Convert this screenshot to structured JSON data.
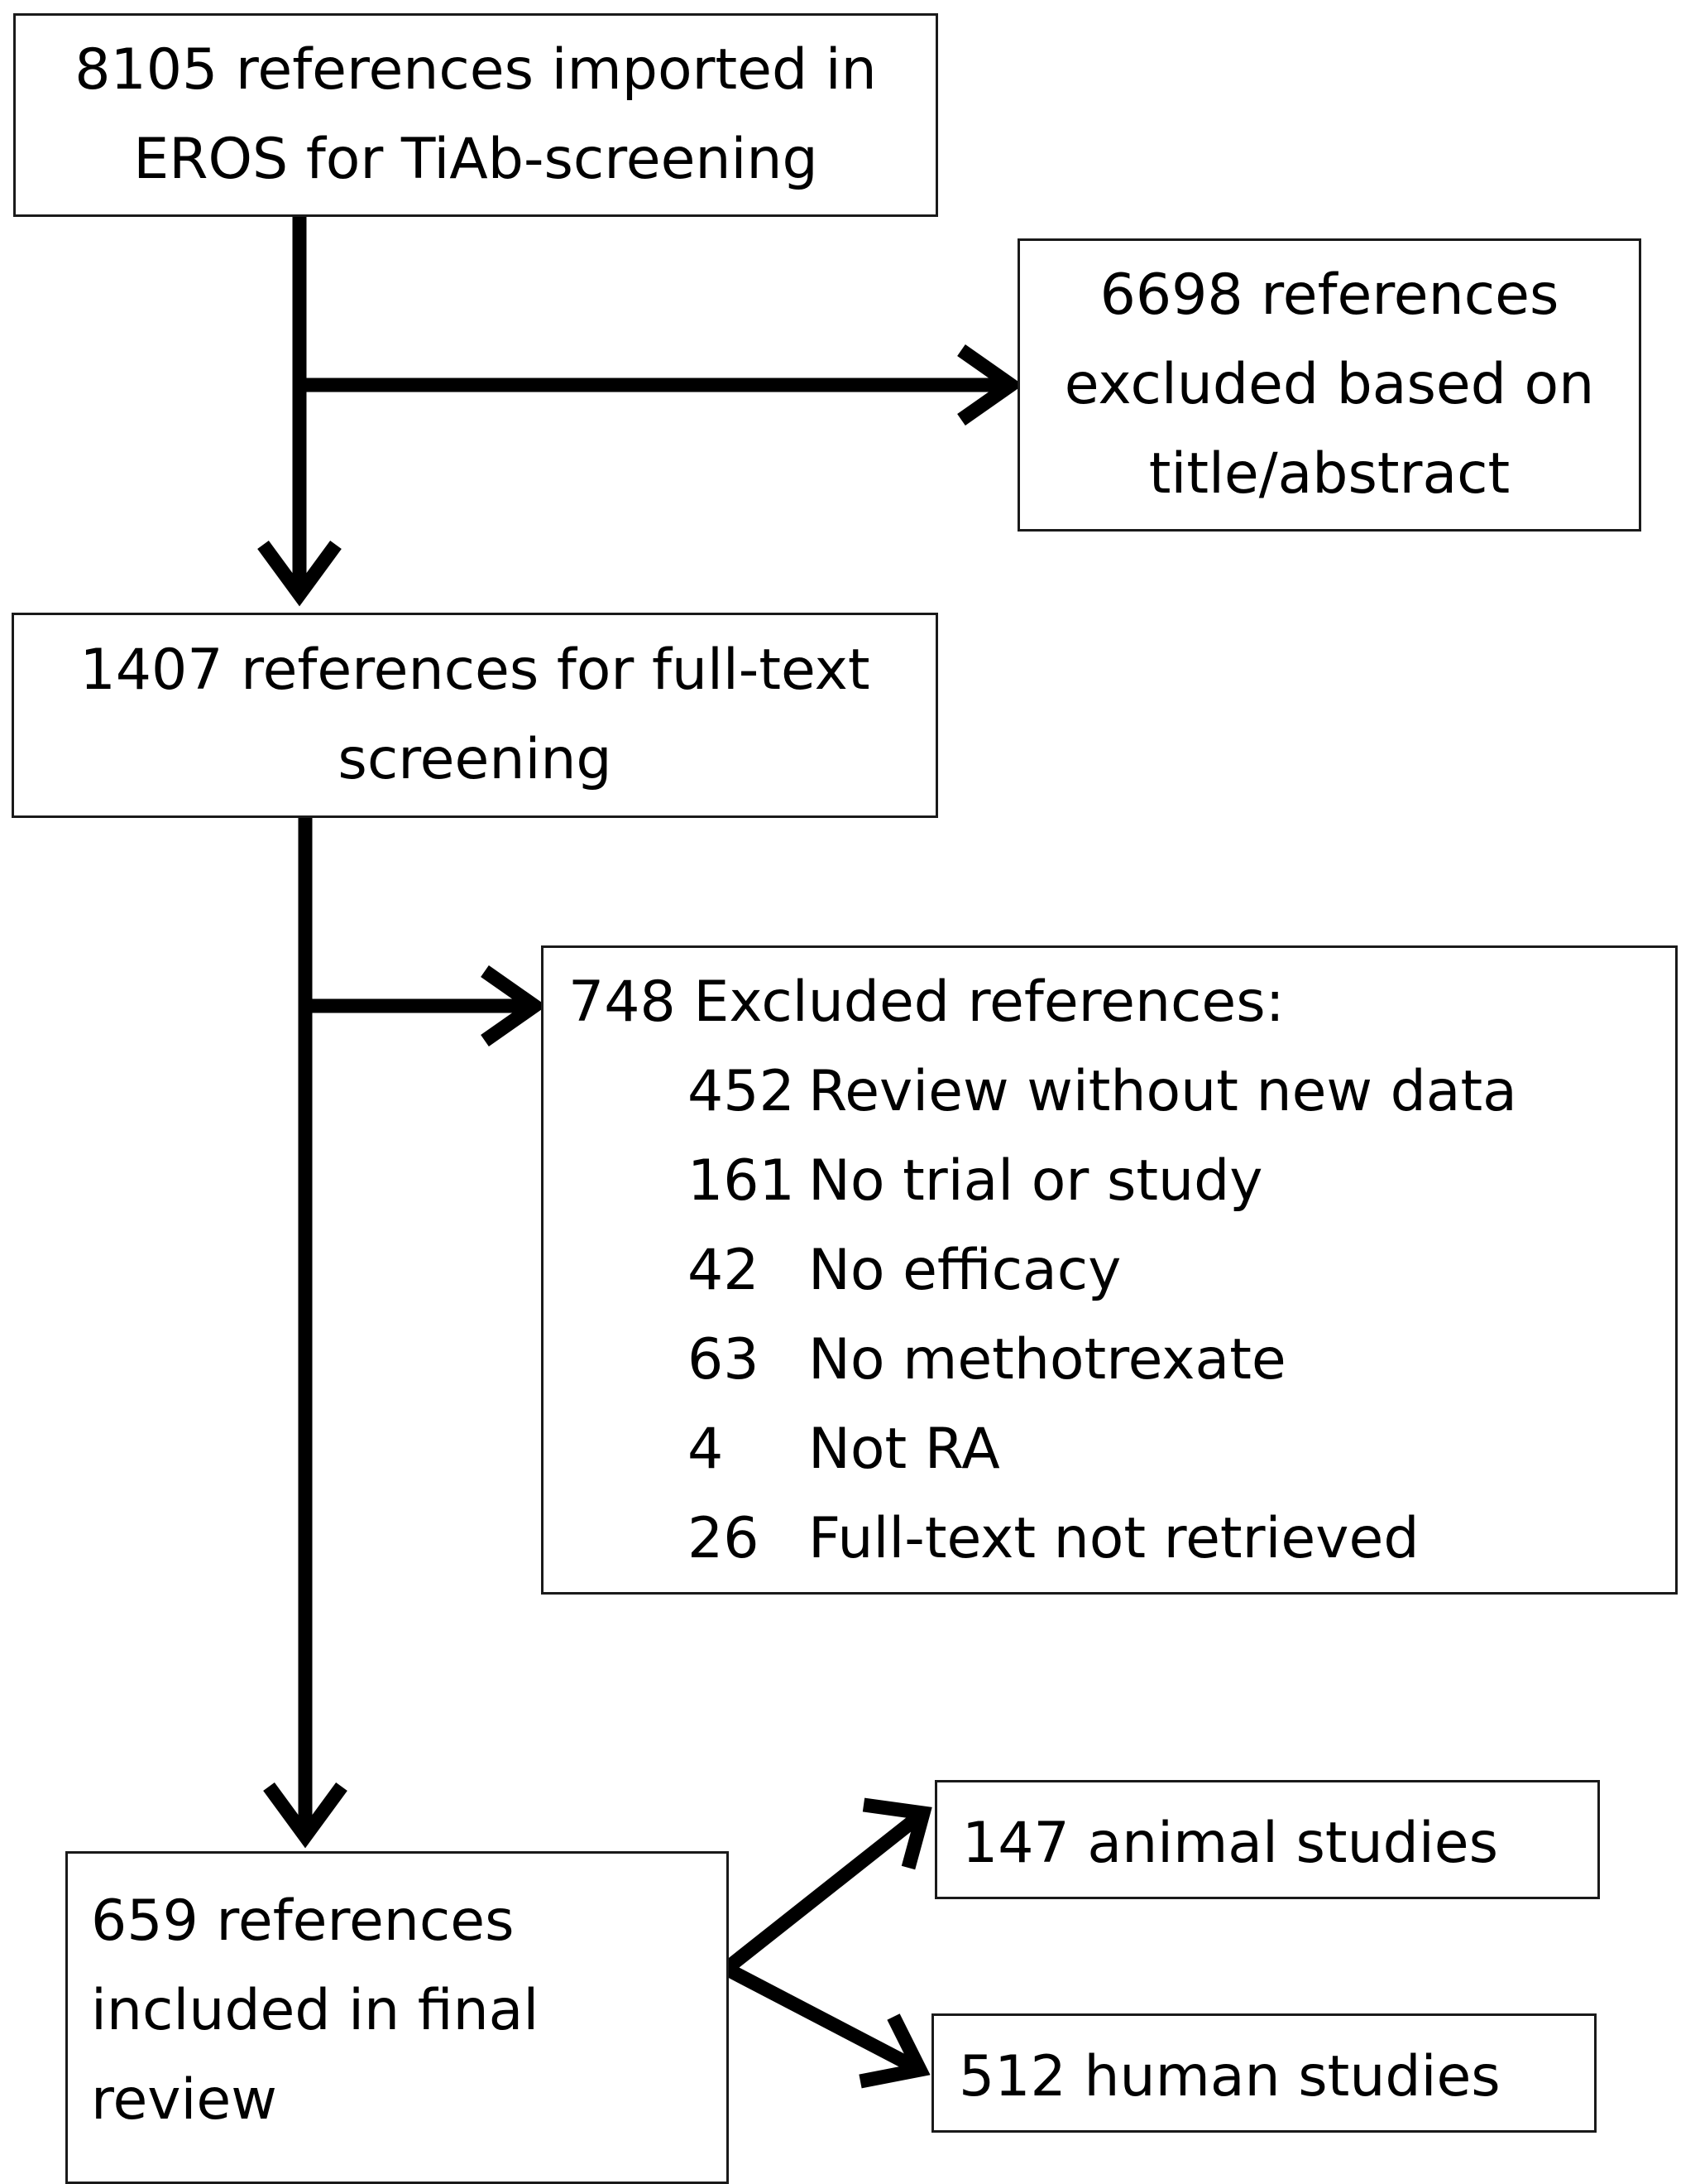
{
  "boxes": {
    "imported": {
      "lines": [
        "8105 references imported in",
        "EROS for TiAb-screening"
      ]
    },
    "excluded_title_abstract": {
      "lines": [
        "6698 references",
        "excluded based on",
        "title/abstract"
      ]
    },
    "fulltext": {
      "lines": [
        "1407 references for full-text",
        "screening"
      ]
    },
    "excluded_fulltext": {
      "title": "748 Excluded references:",
      "reasons": [
        {
          "count": "452",
          "label": "Review without new data"
        },
        {
          "count": "161",
          "label": "No trial or study"
        },
        {
          "count": "42",
          "label": "No efficacy"
        },
        {
          "count": "63",
          "label": "No methotrexate"
        },
        {
          "count": "4",
          "label": "Not RA"
        },
        {
          "count": "26",
          "label": "Full-text not retrieved"
        }
      ]
    },
    "final": {
      "lines": [
        "659 references",
        "included in final",
        "review"
      ]
    },
    "animal": {
      "lines": [
        "147 animal studies"
      ]
    },
    "human": {
      "lines": [
        "512 human studies"
      ]
    }
  },
  "colors": {
    "line": "#000000",
    "border": "#1a1a1a"
  }
}
